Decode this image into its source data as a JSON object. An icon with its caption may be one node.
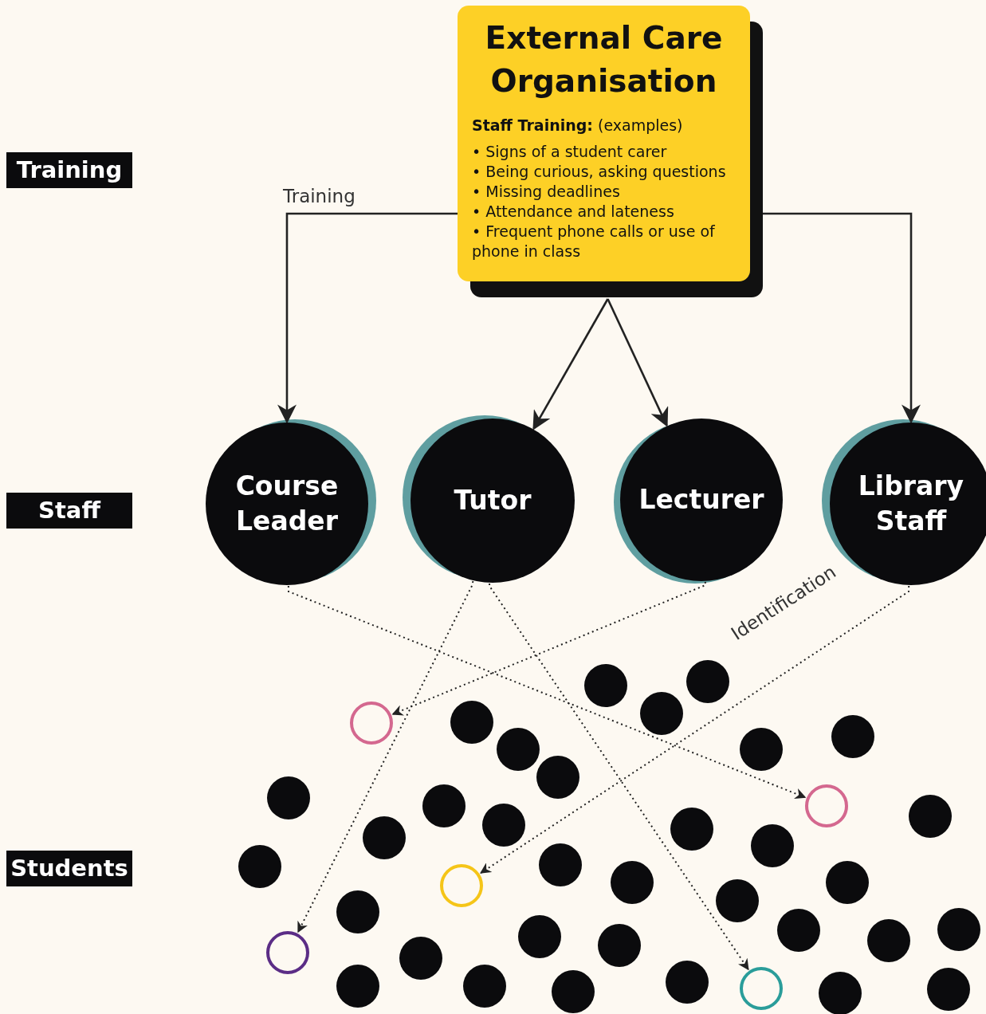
{
  "diagram": {
    "nodes": [
      {
        "text": [
          "External Care Organisation",
          "**Staff Training:** (examples)",
          "• Signs of a student carer",
          "• Being curious, asking questions",
          "• Missing deadlines",
          "• Attendance and lateness",
          "• Frequent phone calls or use of phone in class"
        ]
      },
      {
        "text": [
          "Course Leader"
        ]
      },
      {
        "text": [
          "Tutor"
        ]
      },
      {
        "text": [
          "Lecturer"
        ]
      },
      {
        "text": [
          "Library Staff"
        ]
      },
      {
        "text": [],
        "shape": "circle"
      },
      {
        "text": [],
        "shape": "circle"
      },
      {
        "text": [],
        "shape": "circle"
      },
      {
        "text": [],
        "shape": "circle"
      },
      {
        "text": [],
        "shape": "circle"
      },
      {
        "text": [],
        "shape": "circle"
      },
      {
        "text": [],
        "shape": "circle"
      },
      {
        "text": [],
        "shape": "circle"
      },
      {
        "text": [],
        "shape": "circle"
      },
      {
        "text": [],
        "shape": "circle"
      },
      {
        "text": [],
        "shape": "circle"
      },
      {
        "text": [],
        "shape": "circle"
      },
      {
        "text": [],
        "shape": "circle"
      },
      {
        "text": [],
        "shape": "circle"
      },
      {
        "text": [],
        "shape": "circle"
      },
      {
        "text": [],
        "shape": "circle"
      },
      {
        "text": [],
        "shape": "circle"
      },
      {
        "text": [],
        "shape": "circle"
      },
      {
        "text": [],
        "shape": "circle"
      },
      {
        "text": [],
        "shape": "circle"
      },
      {
        "text": [],
        "shape": "circle"
      },
      {
        "text": [],
        "shape": "circle"
      },
      {
        "text": [],
        "shape": "circle"
      },
      {
        "text": [],
        "shape": "circle"
      },
      {
        "text": [],
        "shape": "circle"
      },
      {
        "text": [],
        "shape": "circle"
      },
      {
        "text": [],
        "shape": "circle"
      },
      {
        "text": [],
        "shape": "circle"
      },
      {
        "text": [],
        "shape": "circle"
      },
      {
        "text": [],
        "shape": "circle"
      },
      {
        "text": [],
        "shape": "circle"
      },
      {
        "text": [],
        "shape": "circle"
      },
      {
        "text": [],
        "shape": "circle"
      },
      {
        "text": [],
        "shape": "circle"
      },
      {
        "text": [],
        "shape": "circle"
      },
      {
        "text": [],
        "shape": "circle"
      },
      {
        "text": [],
        "shape": "circle"
      },
      {
        "text": [],
        "shape": "circle"
      }
    ],
    "edges": [
      {
        "from": 0,
        "to": 1,
        "arrow": "to",
        "label": "Training"
      },
      {
        "from": 0,
        "to": 2,
        "arrow": "to"
      },
      {
        "from": 0,
        "to": 3,
        "arrow": "to"
      },
      {
        "from": 0,
        "to": 4,
        "arrow": "to"
      },
      {
        "from": 1,
        "to": 16,
        "arrow": "to",
        "style": "dashed"
      },
      {
        "from": 2,
        "to": 34,
        "arrow": "to",
        "style": "dashed"
      },
      {
        "from": 2,
        "to": 39,
        "arrow": "to",
        "style": "dashed"
      },
      {
        "from": 3,
        "to": 8,
        "arrow": "to",
        "style": "dashed"
      },
      {
        "from": 4,
        "to": 26,
        "arrow": "to",
        "style": "dashed",
        "label": "Identification"
      }
    ],
    "labels": [
      "Training",
      "Staff",
      "Students"
    ]
  }
}
